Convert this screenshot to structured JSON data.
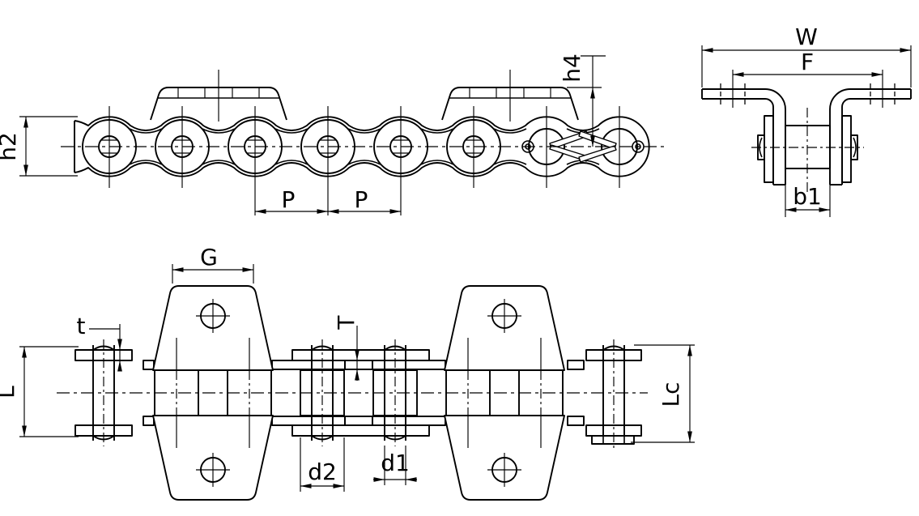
{
  "colors": {
    "line": "#000000",
    "background": "#ffffff"
  },
  "views": {
    "side": {
      "title": "side-elevation",
      "dims": {
        "h2": "h2",
        "p_left": "P",
        "p_right": "P",
        "h4": "h4"
      }
    },
    "end": {
      "title": "end-view",
      "dims": {
        "w": "W",
        "f": "F",
        "b1": "b1"
      }
    },
    "plan": {
      "title": "plan-view",
      "dims": {
        "g": "G",
        "t": "t",
        "t_inner": "T",
        "l": "L",
        "lc": "Lc",
        "d2": "d2",
        "d1": "d1"
      }
    }
  }
}
